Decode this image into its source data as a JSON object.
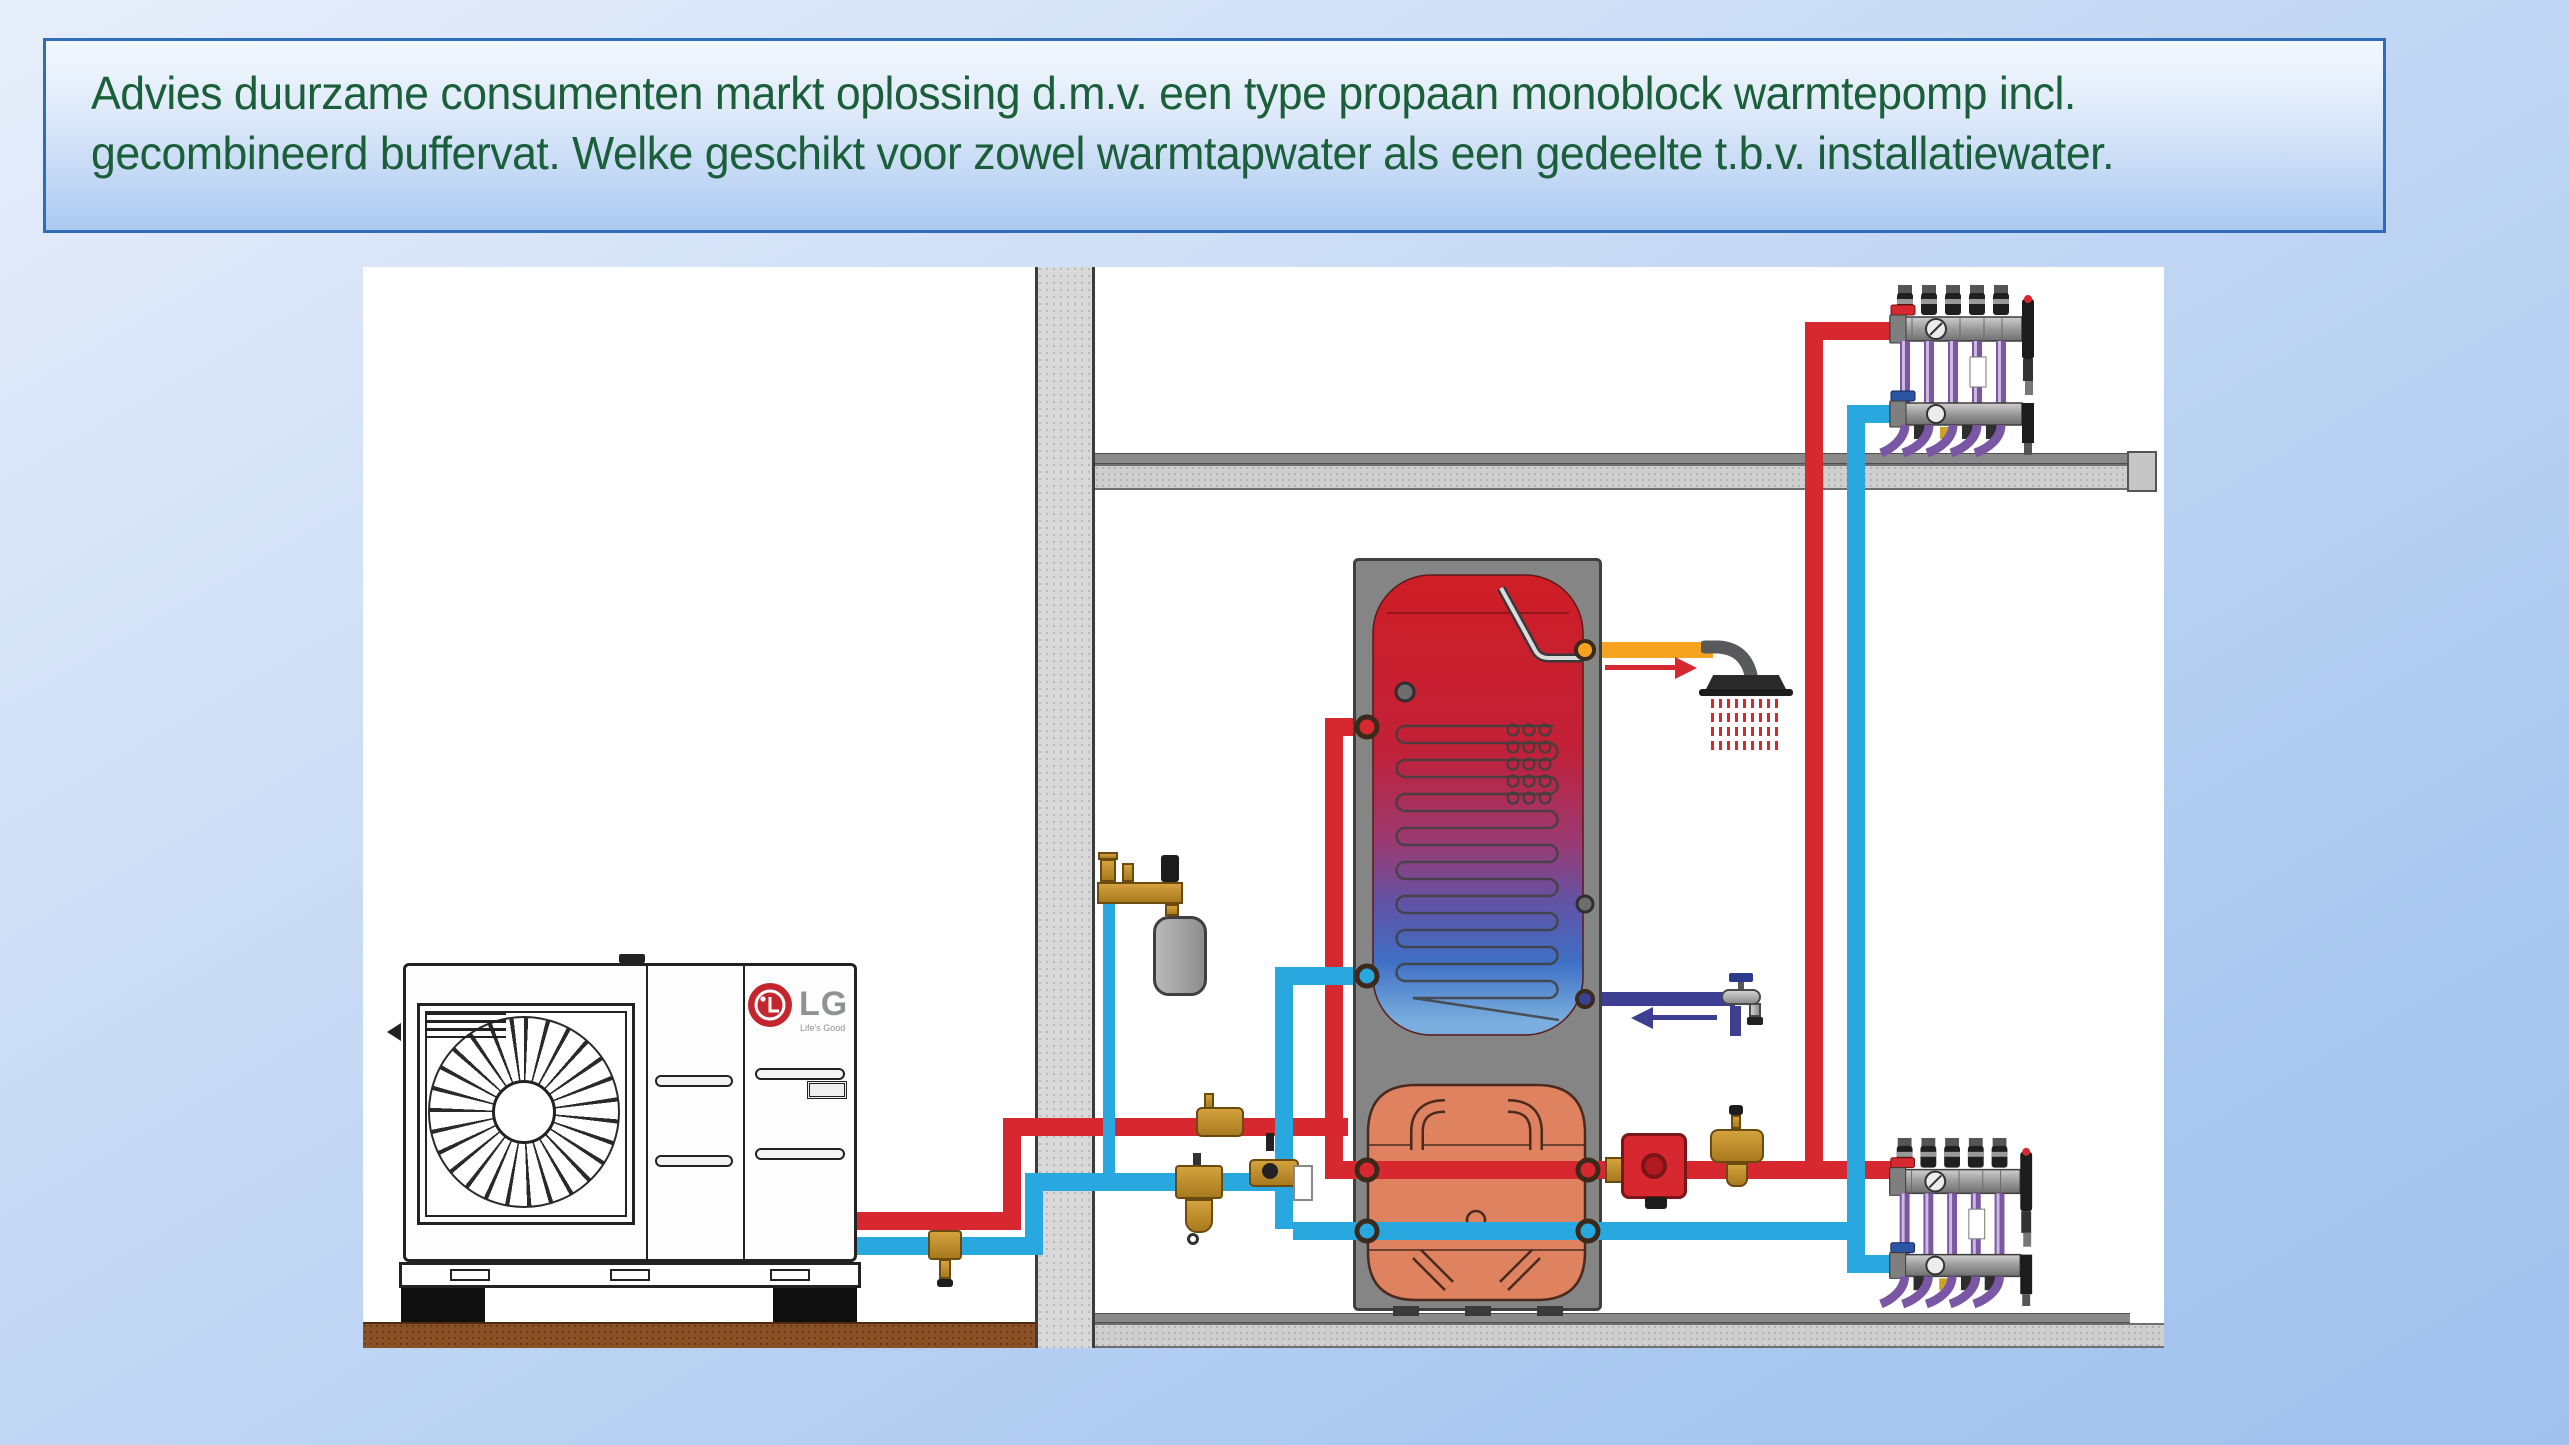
{
  "slide": {
    "headline": {
      "line1": "Advies duurzame consumenten markt oplossing d.m.v. een type propaan monoblock warmtepomp incl.",
      "line2": "gecombineerd buffervat. Welke geschikt voor zowel warmtapwater als een gedeelte t.b.v. installatiewater."
    }
  },
  "heat_pump": {
    "brand": "LG",
    "tagline": "Life's Good"
  },
  "colors": {
    "text_green": "#1b5e3a",
    "box_border": "#2f6db8",
    "pipe_red": "#d7282f",
    "pipe_blue": "#29a8e0",
    "pipe_orange": "#f6a321",
    "pipe_navy": "#3c3f92",
    "pipe_purple": "#7a57a5",
    "lg_red": "#c4262e",
    "pump_red": "#d7282f",
    "buffer_orange": "#df8260",
    "ground_brown": "#8a5126",
    "tank_gray": "#858585"
  },
  "diagram": {
    "components": [
      "outdoor-monoblock-heat-pump",
      "combined-buffer-tank",
      "dhw-coil",
      "floor-heating-manifold-first-floor",
      "floor-heating-manifold-ground-floor",
      "expansion-vessel",
      "safety-group",
      "magnetic-filter",
      "three-way-valve",
      "circulation-pump",
      "pressure-reducing-valve",
      "shower",
      "cold-water-tap",
      "heating-supply-pipe",
      "heating-return-pipe",
      "dhw-pipe",
      "cold-water-pipe",
      "floor-heating-loops",
      "wall",
      "first-floor-slab",
      "ground-floor-slab",
      "outdoor-ground"
    ]
  }
}
